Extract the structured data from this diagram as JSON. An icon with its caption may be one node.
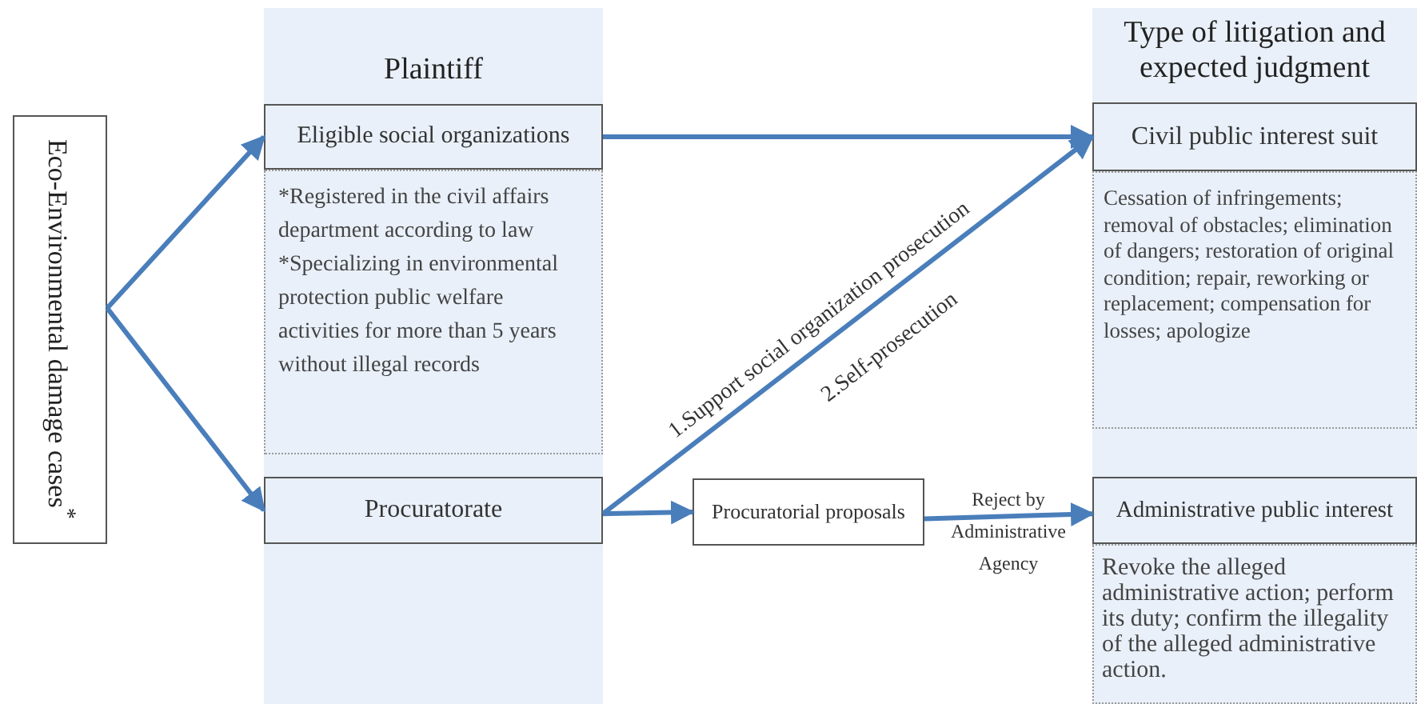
{
  "diagram": {
    "nodes": [
      {
        "text": [
          "Plaintiff"
        ]
      },
      {
        "text": [
          "Type of litigation and expected judgment"
        ]
      },
      {
        "text": [
          "Eco-Environmental damage cases$^{*}$"
        ]
      },
      {
        "text": [
          "Eligible social organizations"
        ],
        "in": 0
      },
      {
        "text": [
          "*Registered in the civil affairs department according to law",
          "*Specializing in environmental protection public welfare activities for more than 5 years without illegal records"
        ],
        "in": 0
      },
      {
        "text": [
          "Procuratorate"
        ],
        "in": 0
      },
      {
        "text": [
          "Procuratorial proposals"
        ]
      },
      {
        "text": [
          "Civil public interest suit"
        ],
        "in": 1
      },
      {
        "text": [
          "Cessation of infringements; removal of obstacles; elimination of dangers; restoration of original condition; repair, reworking or replacement; compensation for losses; apologize"
        ],
        "in": 1
      },
      {
        "text": [
          "Administrative public interest"
        ],
        "in": 1
      },
      {
        "text": [
          "Revoke the alleged administrative action; perform its duty; confirm the illegality of the alleged administrative action."
        ],
        "in": 1
      }
    ],
    "edges": [
      {
        "from": 2,
        "to": 3,
        "arrow": "to"
      },
      {
        "from": 2,
        "to": 5,
        "arrow": "to"
      },
      {
        "from": 3,
        "to": 7,
        "arrow": "to"
      },
      {
        "from": 5,
        "to": 7,
        "arrow": "to",
        "label": "1.Support social organization prosecution"
      },
      {
        "from": 5,
        "to": 6,
        "arrow": "to"
      },
      {
        "from": 6,
        "to": 9,
        "arrow": "to",
        "label": "Reject by Administrative Agency"
      }
    ],
    "labels": [
      "2.Self-prosecution"
    ]
  }
}
